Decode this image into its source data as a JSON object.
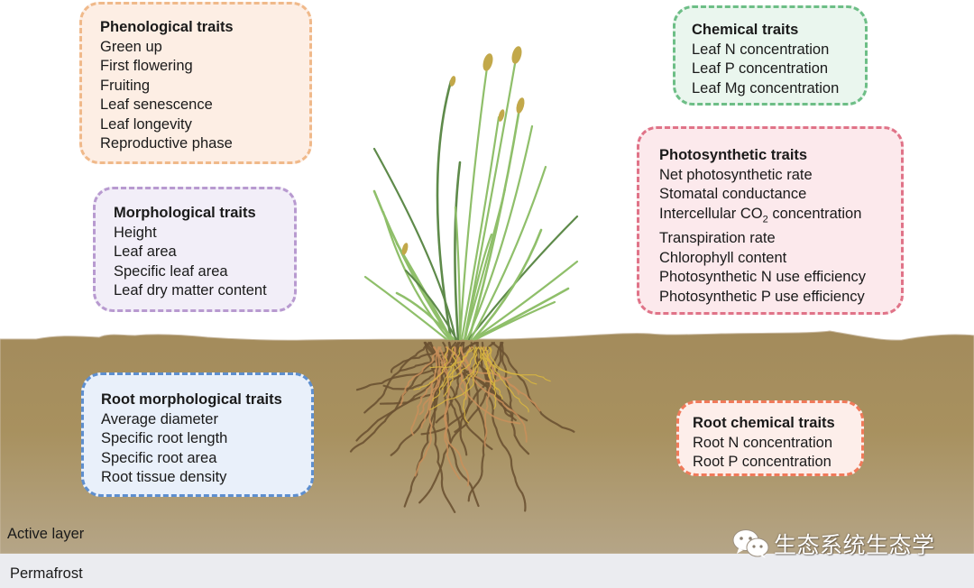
{
  "figure": {
    "layers": {
      "active_layer": "Active layer",
      "permafrost": "Permafrost"
    },
    "colors": {
      "sky": "#ffffff",
      "soil_top": "#a38b5c",
      "soil_bottom": "#b5a587",
      "permafrost": "#ebecf0",
      "grass": "#8fbf6a",
      "grass_dark": "#5e8a4a",
      "seed_head": "#c2a84a",
      "root_dark": "#6b5232",
      "root_light": "#c98f5a",
      "root_yellow": "#d8b640"
    },
    "boxes": {
      "phenological": {
        "title": "Phenological traits",
        "border": "#f0b98a",
        "fill": "#fdeee4",
        "items": [
          "Green up",
          "First flowering",
          "Fruiting",
          "Leaf senescence",
          "Leaf longevity",
          "Reproductive phase"
        ]
      },
      "morphological": {
        "title": "Morphological traits",
        "border": "#b89ad0",
        "fill": "#f2eef8",
        "items": [
          "Height",
          "Leaf area",
          "Specific leaf area",
          "Leaf dry matter content"
        ]
      },
      "chemical": {
        "title": "Chemical traits",
        "border": "#6dbe86",
        "fill": "#eaf6ee",
        "items": [
          "Leaf N concentration",
          "Leaf P concentration",
          "Leaf Mg concentration"
        ]
      },
      "photosynthetic": {
        "title": "Photosynthetic traits",
        "border": "#e07388",
        "fill": "#fce9ec",
        "items": [
          "Net photosynthetic rate",
          "Stomatal conductance",
          "Intercellular CO",
          "Transpiration rate",
          "Chlorophyll content",
          "Photosynthetic N use efficiency",
          "Photosynthetic P use efficiency"
        ],
        "co2_subscript": "2",
        "co2_suffix": " concentration"
      },
      "root_morphological": {
        "title": "Root morphological traits",
        "border": "#5e8fcf",
        "fill": "#e9f0fa",
        "items": [
          "Average diameter",
          "Specific root length",
          "Specific root area",
          "Root tissue density"
        ]
      },
      "root_chemical": {
        "title": "Root chemical traits",
        "border": "#f07a5a",
        "fill": "#fdeeea",
        "items": [
          "Root N concentration",
          "Root P concentration"
        ]
      }
    },
    "watermark": {
      "icon": "wechat-icon",
      "text": "生态系统生态学"
    }
  }
}
